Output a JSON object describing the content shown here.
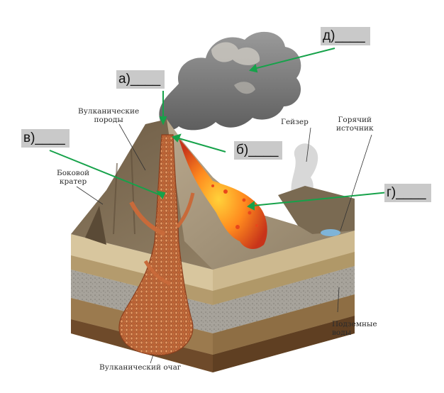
{
  "labels": {
    "vulk_porody": "Вулканические\nпороды",
    "boko_krater": "Боковой\nкратер",
    "geyser": "Гейзер",
    "hot_spring": "Горячий\nисточник",
    "ground_water": "Подземные\nводы",
    "vulk_ochag": "Вулканический очаг"
  },
  "answer_boxes": {
    "a": "а)____",
    "b": "б)____",
    "v": "в)____",
    "g": "г)____",
    "d": "д)____"
  },
  "colors": {
    "pointer": "#16a24a",
    "box": "#c9c9c9",
    "lava": "#f07a1e",
    "magma": "#c86a3a",
    "rock": "#8a7a62"
  }
}
